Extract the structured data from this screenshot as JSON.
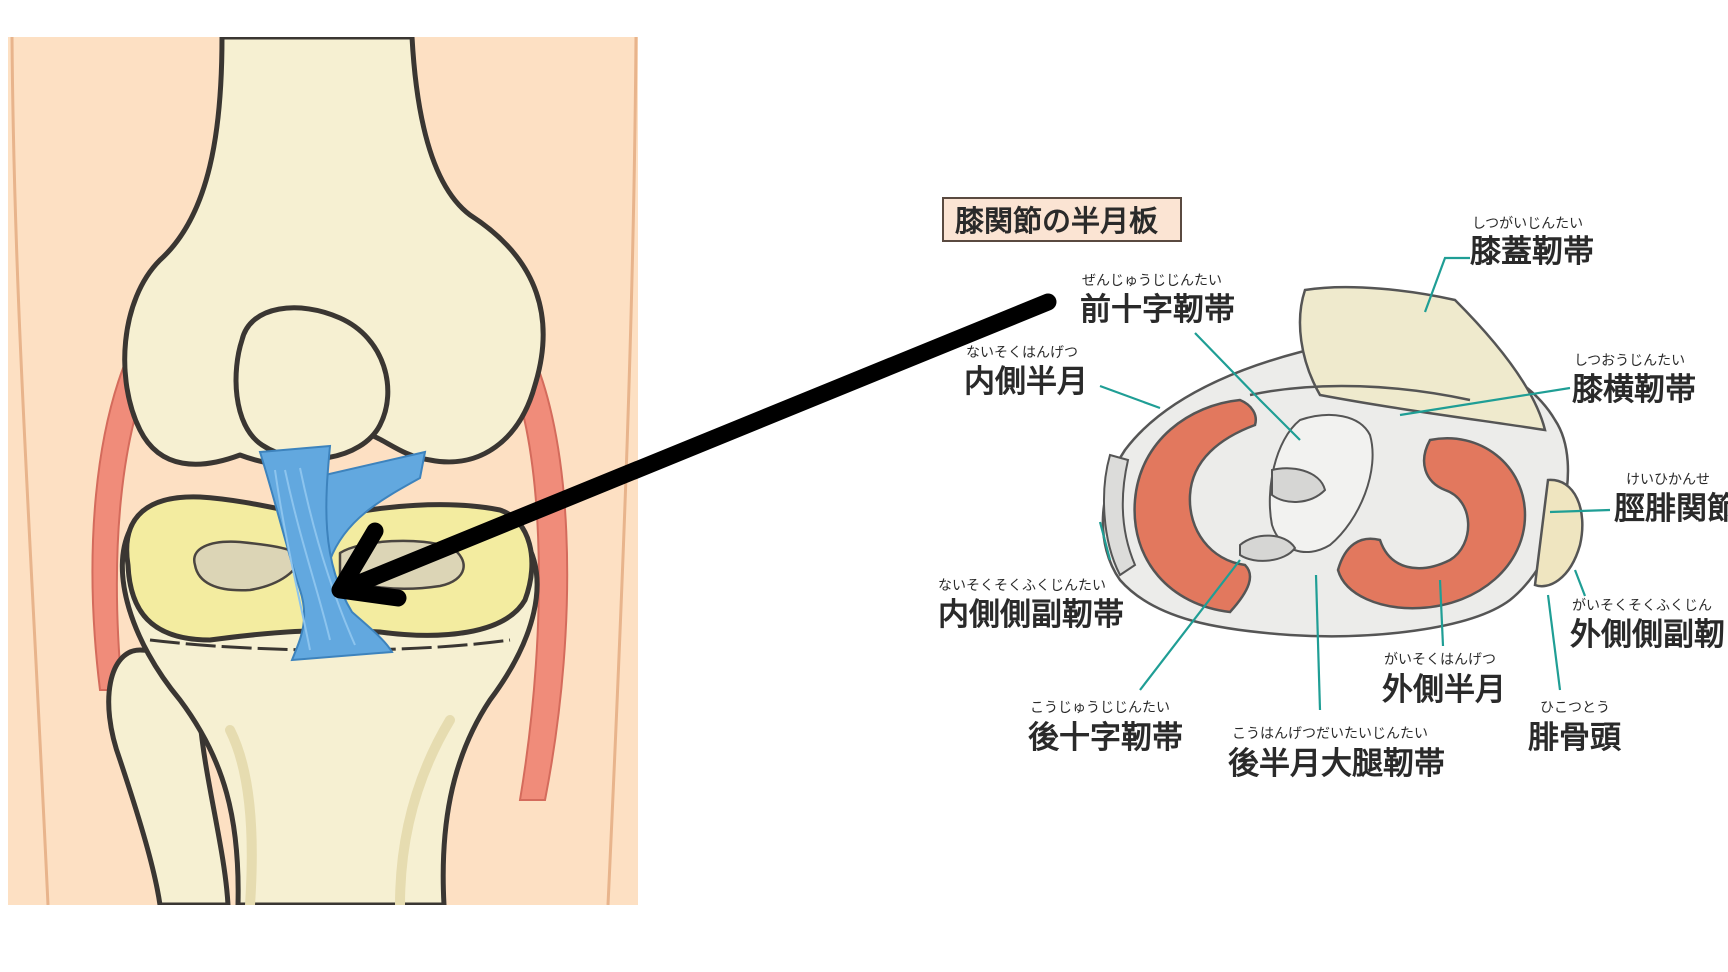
{
  "diagram": {
    "title": "膝関節の半月板",
    "labels": [
      {
        "id": "patellar-ligament",
        "furigana": "しつがいじんたい",
        "text": "膝蓋靭帯"
      },
      {
        "id": "acl",
        "furigana": "ぜんじゅうじじんたい",
        "text": "前十字靭帯"
      },
      {
        "id": "medial-meniscus",
        "furigana": "ないそくはんげつ",
        "text": "内側半月"
      },
      {
        "id": "transverse-ligament",
        "furigana": "しつおうじんたい",
        "text": "膝横靭帯"
      },
      {
        "id": "tibiofibular-joint",
        "furigana": "けいひかんせ",
        "text": "脛腓関節"
      },
      {
        "id": "mcl",
        "furigana": "ないそくそくふくじんたい",
        "text": "内側側副靭帯"
      },
      {
        "id": "lcl",
        "furigana": "がいそくそくふくじん",
        "text": "外側側副靭"
      },
      {
        "id": "lateral-meniscus",
        "furigana": "がいそくはんげつ",
        "text": "外側半月"
      },
      {
        "id": "pcl",
        "furigana": "こうじゅうじじんたい",
        "text": "後十字靭帯"
      },
      {
        "id": "fibular-head",
        "furigana": "ひこつとう",
        "text": "腓骨頭"
      },
      {
        "id": "posterior-meniscofemoral",
        "furigana": "こうはんげつだいたいじんたい",
        "text": "後半月大腿靭帯"
      }
    ]
  },
  "colors": {
    "skin": "#fde0c3",
    "bone": "#f6f0d2",
    "meniscus_left": "#f3eca0",
    "ligament_blue": "#62a8df",
    "muscle_red": "#f08c7a",
    "meniscus_right": "#e2785e",
    "leader": "#1f9e95",
    "arrow": "#000000"
  }
}
